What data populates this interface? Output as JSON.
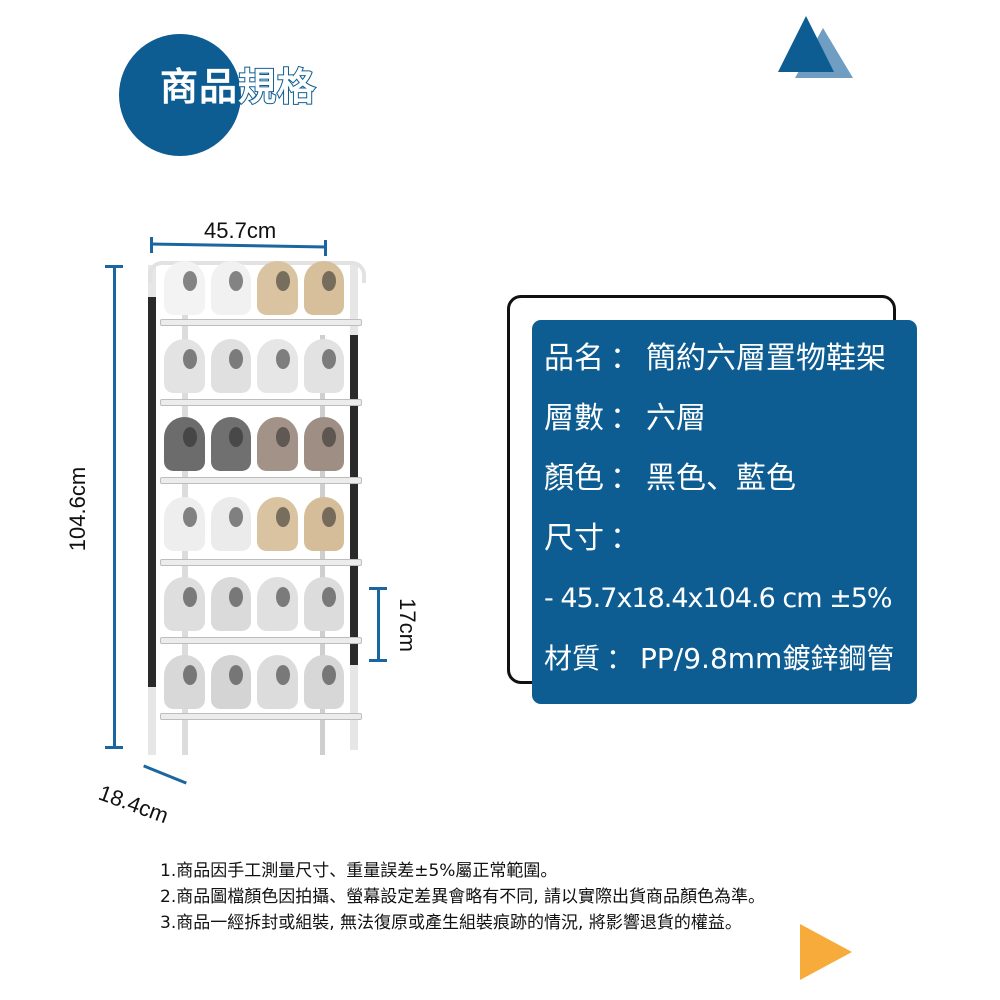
{
  "header": {
    "title": "商品規格",
    "accent_color": "#0d5c92"
  },
  "decorations": {
    "top_right_triangles": [
      "#0d5c92",
      "#6f9ec2"
    ],
    "bottom_right_play_triangle": "#f7ab3a"
  },
  "product_image": {
    "description": "six-tier shoe rack with shoes",
    "dimensions": {
      "width_label": "45.7cm",
      "height_label": "104.6cm",
      "depth_label": "18.4cm",
      "tier_spacing_label": "17cm"
    },
    "dimension_line_color": "#1a66a0"
  },
  "spec_card": {
    "background": "#0d5c92",
    "rows": [
      {
        "key": "品名",
        "sep": "：",
        "value": "簡約六層置物鞋架"
      },
      {
        "key": "層數",
        "sep": "：",
        "value": "六層"
      },
      {
        "key": "顏色",
        "sep": "：",
        "value": "黑色、藍色"
      },
      {
        "key": "尺寸",
        "sep": "：",
        "value": ""
      },
      {
        "key": "",
        "sep": "",
        "value": " - 45.7x18.4x104.6 cm ±5%"
      },
      {
        "key": "材質",
        "sep": "：",
        "value": "PP/9.8mm鍍鋅鋼管"
      }
    ]
  },
  "notes": [
    "1.商品因手工測量尺寸、重量誤差±5%屬正常範圍。",
    "2.商品圖檔顏色因拍攝、螢幕設定差異會略有不同, 請以實際出貨商品顏色為準。",
    "3.商品一經拆封或組裝, 無法復原或產生組裝痕跡的情況, 將影響退貨的權益。"
  ]
}
